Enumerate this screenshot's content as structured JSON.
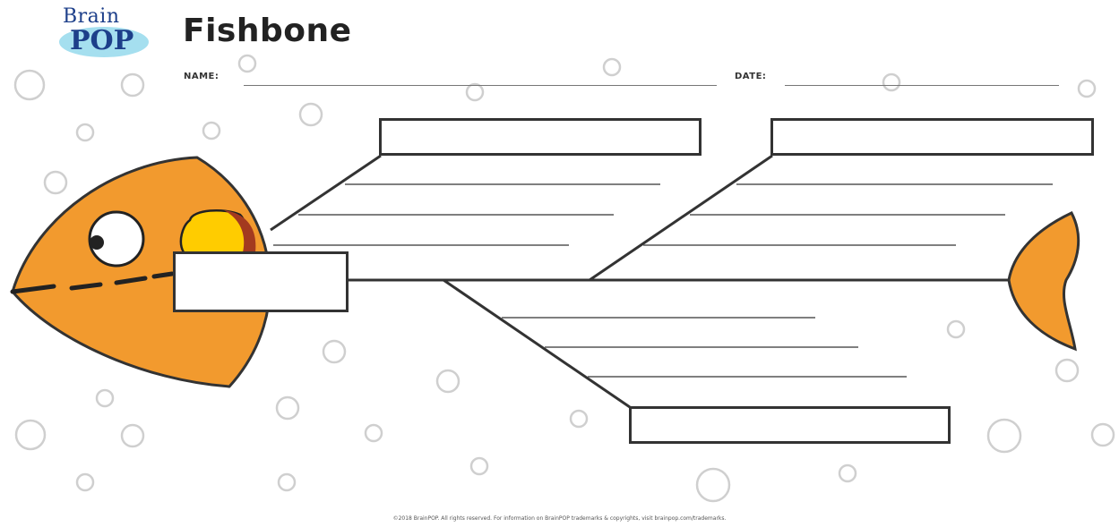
{
  "header": {
    "logo_line1": "Brain",
    "logo_line2": "POP",
    "title": "Fishbone"
  },
  "form": {
    "name_label": "NAME:",
    "date_label": "DATE:"
  },
  "footer": {
    "copyright": "©2018 BrainPOP. All rights reserved. For information on BrainPOP trademarks & copyrights, visit brainpop.com/trademarks."
  },
  "colors": {
    "fish_body": "#f29a2e",
    "eye_yellow": "#ffcc00",
    "outline": "#333333"
  },
  "icons": [
    "fish-illustration",
    "bubble-icon"
  ]
}
